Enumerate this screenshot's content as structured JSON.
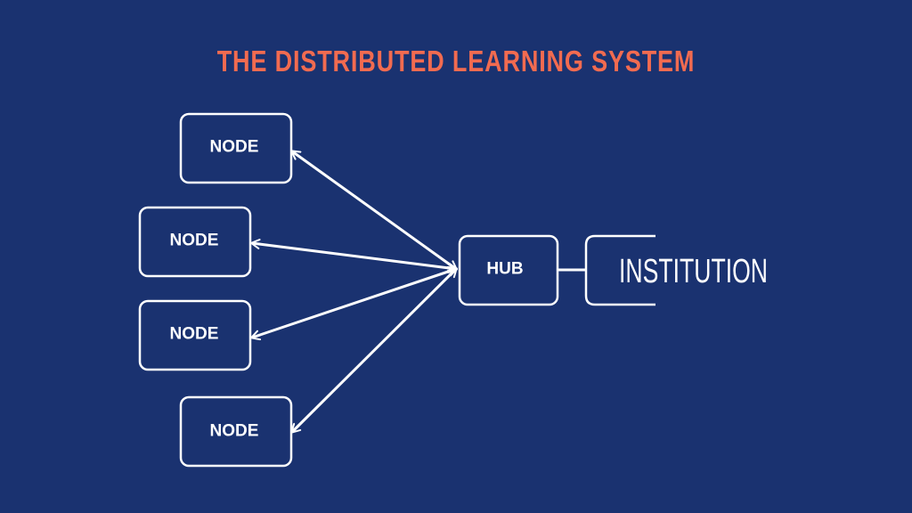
{
  "title": "THE DISTRIBUTED LEARNING SYSTEM",
  "nodes": [
    {
      "label": "NODE"
    },
    {
      "label": "NODE"
    },
    {
      "label": "NODE"
    },
    {
      "label": "NODE"
    }
  ],
  "hub": {
    "label": "HUB"
  },
  "institution": {
    "label": "INSTITUTION"
  },
  "colors": {
    "background": "#1a3270",
    "title": "#f26b50",
    "stroke": "#ffffff"
  }
}
